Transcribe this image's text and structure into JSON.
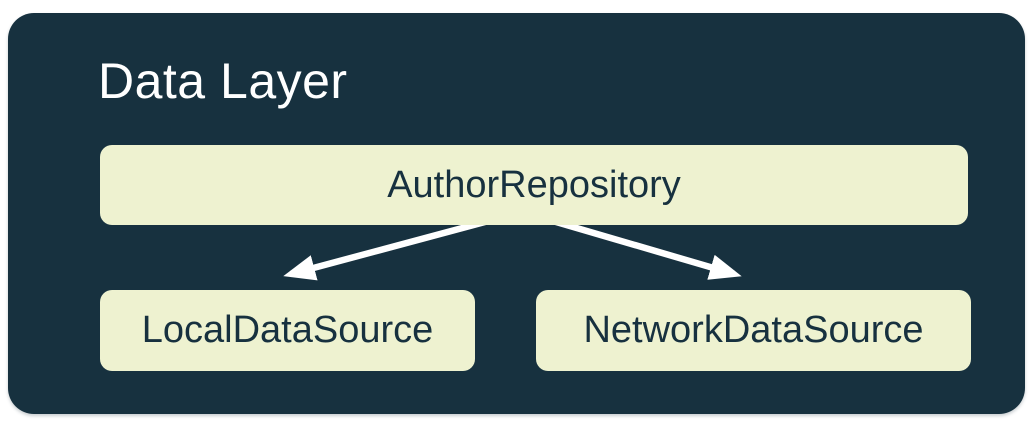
{
  "diagram": {
    "title": "Data Layer",
    "colors": {
      "container_background": "#17313F",
      "node_fill": "#EEF2D0",
      "node_text": "#17313F",
      "title_text": "#FFFFFF",
      "arrow": "#FFFFFF",
      "page_background": "#FFFFFF"
    },
    "nodes": [
      {
        "id": "author-repository",
        "label": "AuthorRepository"
      },
      {
        "id": "local-data-source",
        "label": "LocalDataSource"
      },
      {
        "id": "network-data-source",
        "label": "NetworkDataSource"
      }
    ],
    "edges": [
      {
        "from": "author-repository",
        "to": "local-data-source"
      },
      {
        "from": "author-repository",
        "to": "network-data-source"
      }
    ]
  }
}
